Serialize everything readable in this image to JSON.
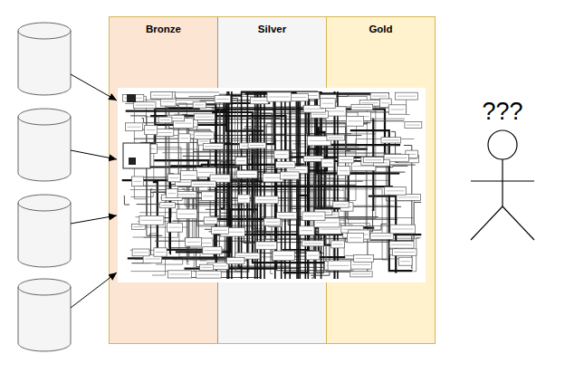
{
  "diagram": {
    "nodes": [
      {
        "text": [
          "Bronze"
        ]
      },
      {
        "text": [
          "Silver"
        ]
      },
      {
        "text": [
          "Gold"
        ]
      }
    ],
    "labels": [
      "???"
    ]
  }
}
